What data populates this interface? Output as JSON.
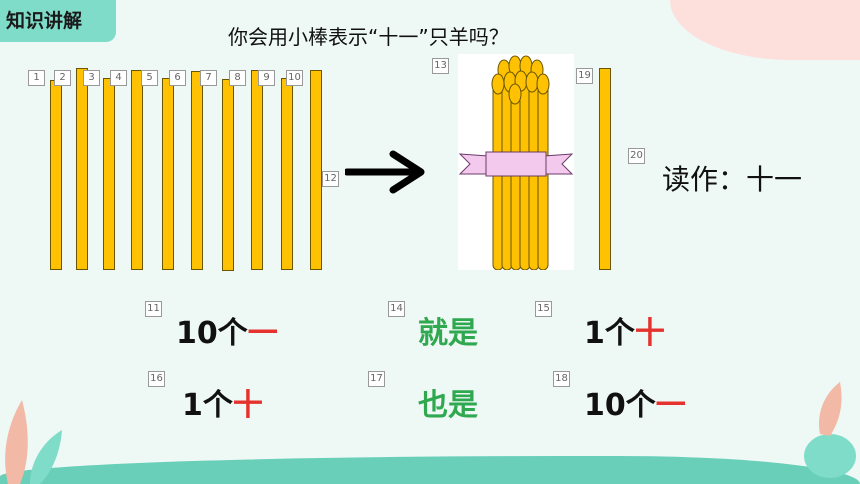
{
  "header": {
    "tag": "知识讲解"
  },
  "question": "你会用小棒表示“十一”只羊吗？",
  "numbers": [
    "1",
    "2",
    "3",
    "4",
    "5",
    "6",
    "7",
    "8",
    "9",
    "10",
    "11",
    "12",
    "13",
    "14",
    "15",
    "16",
    "17",
    "18",
    "19",
    "20"
  ],
  "reading": "读作：十一",
  "rows": [
    {
      "left_num": "10个",
      "left_unit": "一",
      "mid": "就是",
      "right_num": "1个",
      "right_unit": "十"
    },
    {
      "left_num": "1个",
      "left_unit": "十",
      "mid": "也是",
      "right_num": "10个",
      "right_unit": "一"
    }
  ],
  "colors": {
    "stick": "#fec202",
    "unit": "#e5322d",
    "connector": "#2fa84f",
    "ribbon": "#f4c9ee"
  }
}
